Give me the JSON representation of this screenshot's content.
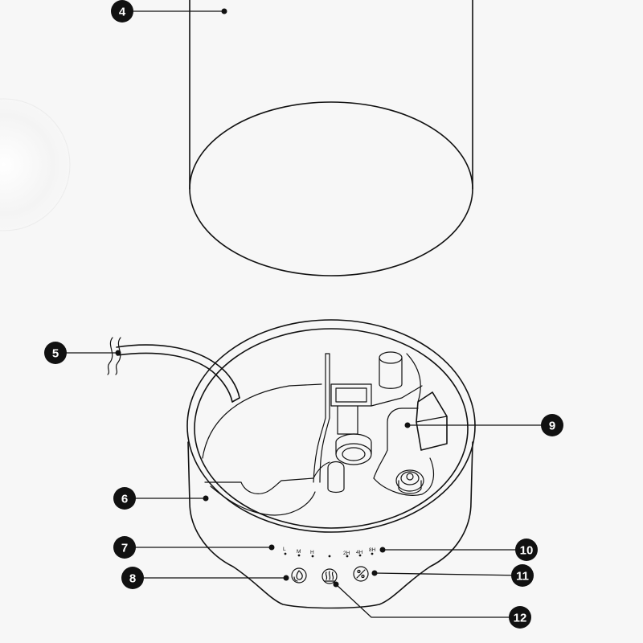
{
  "callouts": [
    "4",
    "5",
    "6",
    "7",
    "8",
    "9",
    "10",
    "11",
    "12"
  ],
  "panel": {
    "mist_levels": [
      "L",
      "M",
      "H"
    ],
    "timers": [
      "2H",
      "4H",
      "8H"
    ]
  },
  "colors": {
    "ink": "#111111",
    "background": "#f7f7f7",
    "badge_text": "#ffffff"
  },
  "icons": [
    "mist-level-icon",
    "heat-icon",
    "timer-icon"
  ]
}
